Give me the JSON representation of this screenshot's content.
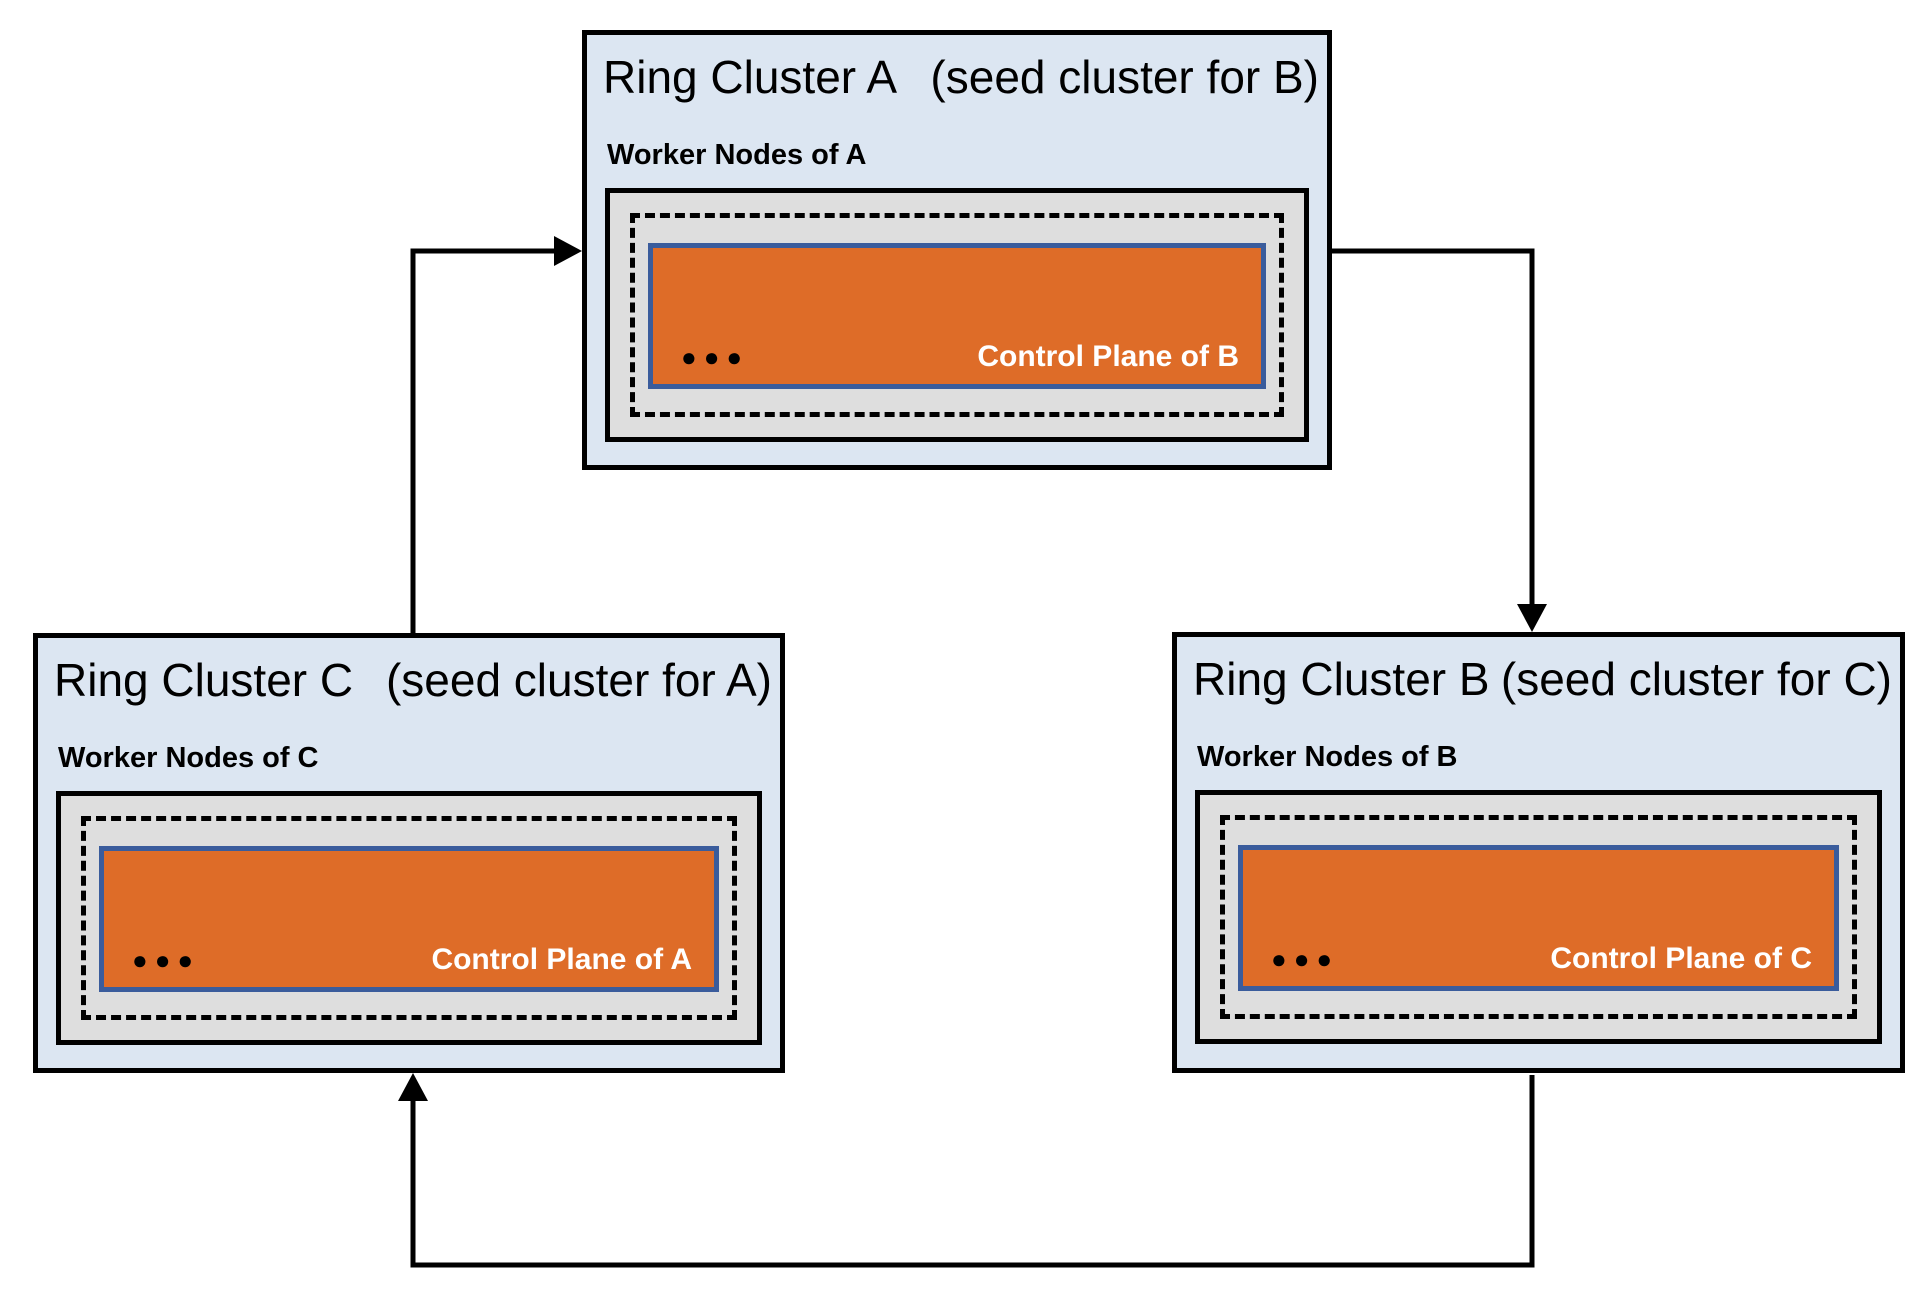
{
  "clusters": [
    {
      "id": "A",
      "title": "Ring Cluster A",
      "seed_label": "(seed cluster for B)",
      "worker_label": "Worker Nodes of A",
      "control_label": "Control Plane of B",
      "dots": "●●●"
    },
    {
      "id": "C",
      "title": "Ring Cluster C",
      "seed_label": "(seed cluster for A)",
      "worker_label": "Worker Nodes of C",
      "control_label": "Control Plane of A",
      "dots": "●●●"
    },
    {
      "id": "B",
      "title": "Ring Cluster B",
      "seed_label": "(seed cluster for C)",
      "worker_label": "Worker Nodes of B",
      "control_label": "Control Plane of C",
      "dots": "●●●"
    }
  ],
  "arrows": [
    {
      "name": "arrow-c-to-a",
      "from": "Ring Cluster C",
      "to": "Ring Cluster A"
    },
    {
      "name": "arrow-a-to-b",
      "from": "Ring Cluster A",
      "to": "Ring Cluster B"
    },
    {
      "name": "arrow-b-to-c",
      "from": "Ring Cluster B",
      "to": "Ring Cluster C"
    }
  ],
  "colors": {
    "cluster_fill": "#dce6f2",
    "worker_fill": "#dedede",
    "control_fill": "#de6c28",
    "control_border": "#3a5c9c",
    "line": "#000000"
  }
}
